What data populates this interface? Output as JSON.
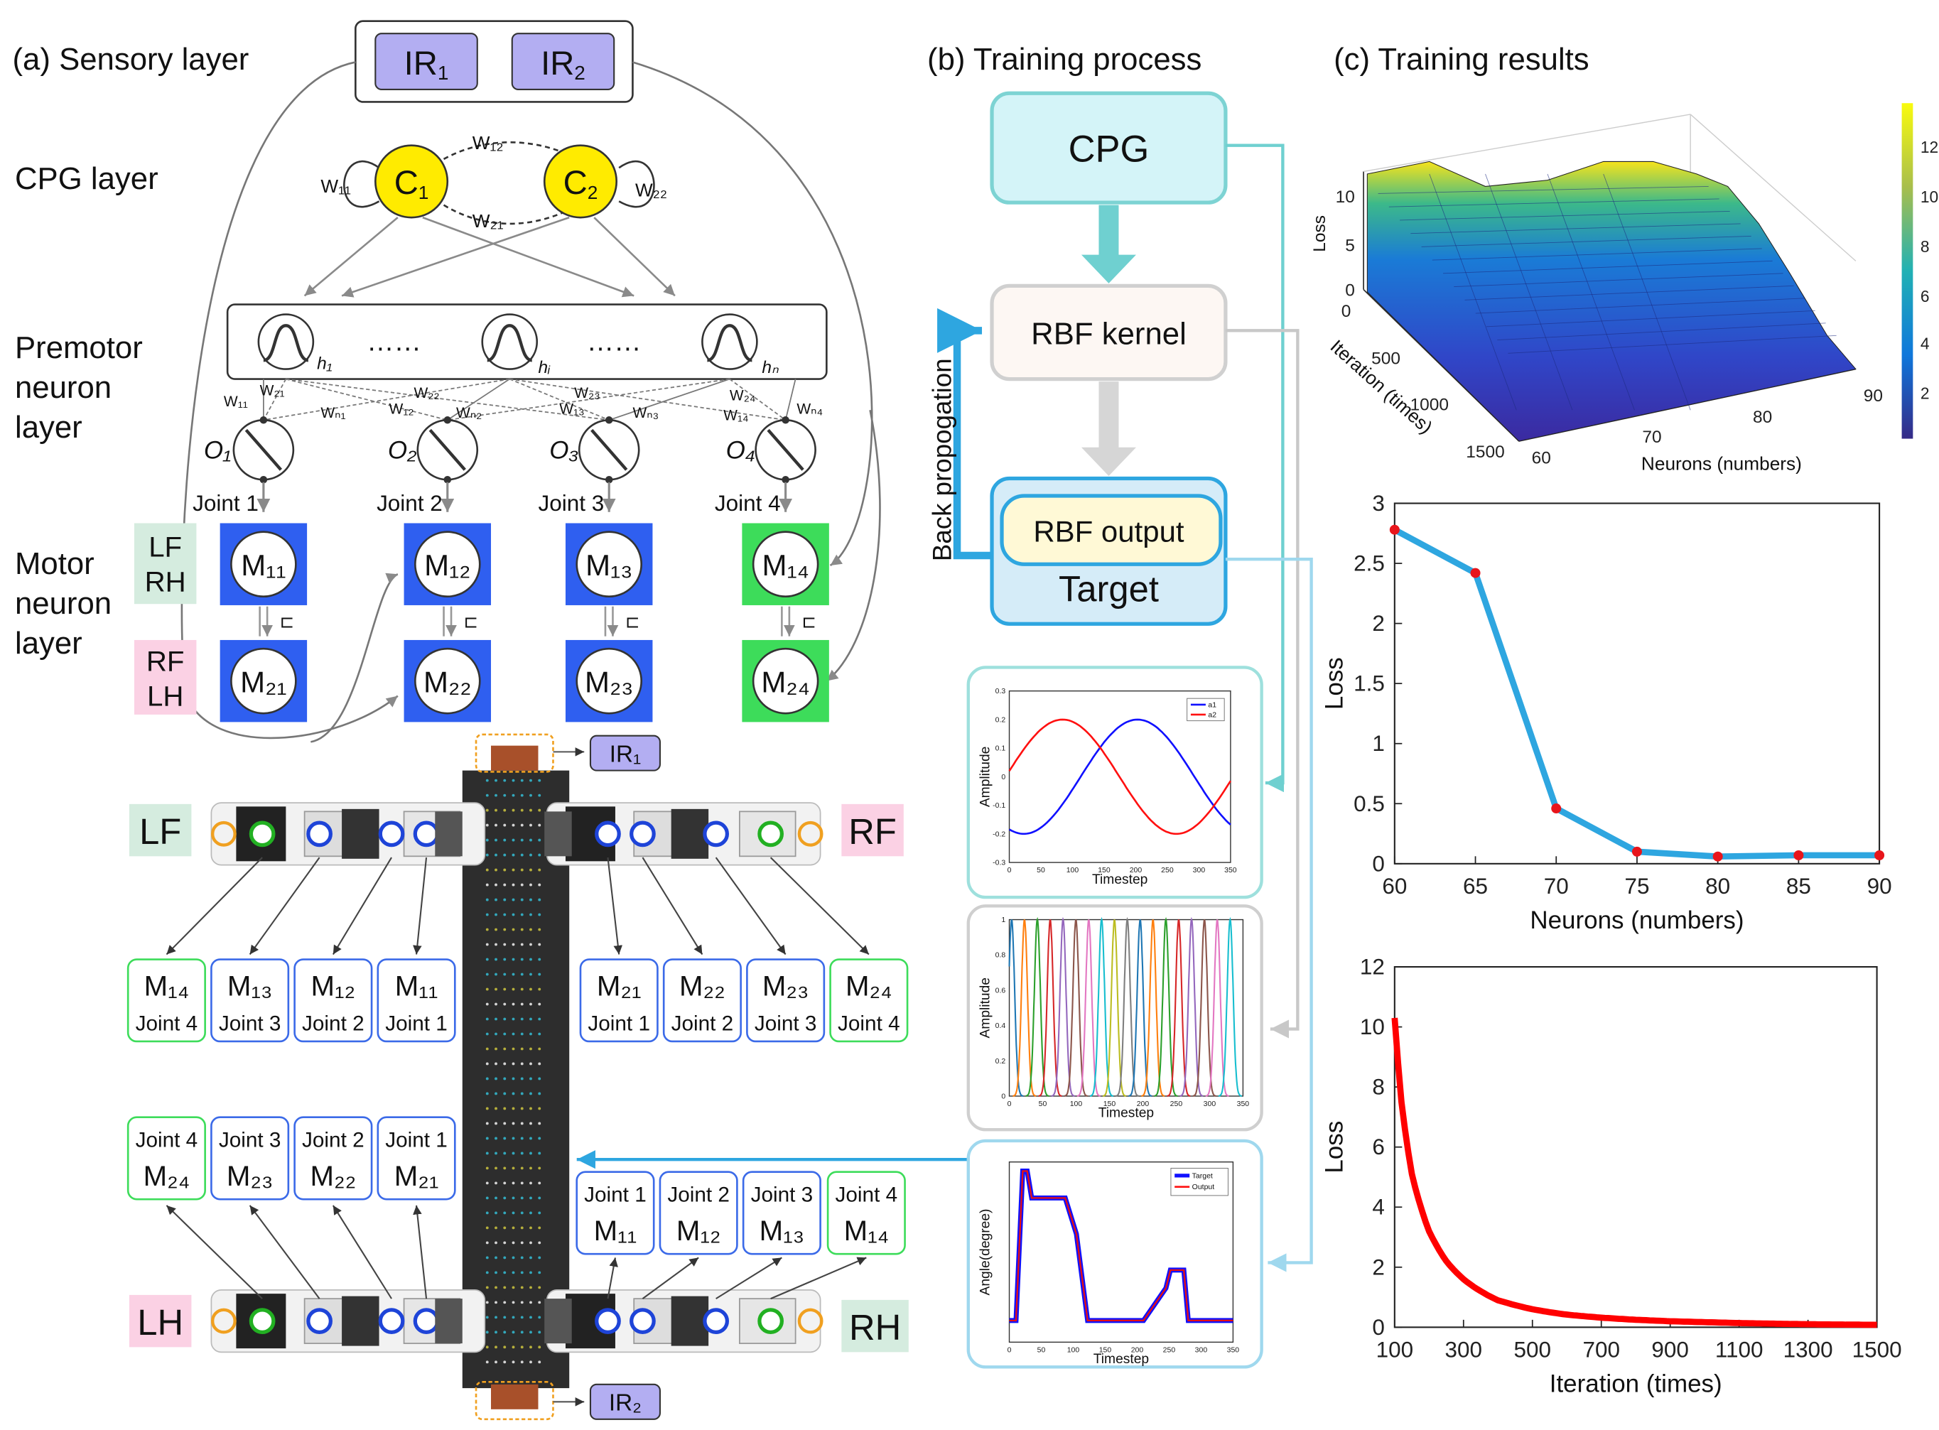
{
  "panel_a": {
    "title": "(a)  Sensory layer",
    "layers": {
      "cpg": "CPG layer",
      "premotor": [
        "Premotor",
        "neuron",
        "layer"
      ],
      "motor": [
        "Motor",
        "neuron",
        "layer"
      ]
    },
    "ir": {
      "a": "IR",
      "b": "IR",
      "a_sub": "1",
      "b_sub": "2"
    },
    "cpg_nodes": {
      "c": "C",
      "s1": "1",
      "s2": "2"
    },
    "cpg_weights": {
      "w11": "W₁₁",
      "w12": "W₁₂",
      "w21": "W₂₁",
      "w22": "W₂₂"
    },
    "premotor": {
      "h1": "h₁",
      "hi": "hᵢ",
      "hn": "hₙ",
      "dots": "……"
    },
    "conn_weights": [
      "W₁₁",
      "W₂₁",
      "Wₙ₁",
      "W₁₂",
      "W₂₂",
      "Wₙ₂",
      "W₁₃",
      "W₂₃",
      "Wₙ₃",
      "W₁₄",
      "W₂₄",
      "Wₙ₄"
    ],
    "outputs": [
      "O₁",
      "O₂",
      "O₃",
      "O₄"
    ],
    "joints": [
      "Joint 1",
      "Joint 2",
      "Joint 3",
      "Joint 4"
    ],
    "leg_groups": {
      "g1": [
        "LF",
        "RH"
      ],
      "g2": [
        "RF",
        "LH"
      ]
    },
    "motors_top": [
      "M₁₁",
      "M₁₂",
      "M₁₃",
      "M₁₄"
    ],
    "motors_bottom": [
      "M₂₁",
      "M₂₂",
      "M₂₃",
      "M₂₄"
    ],
    "inv_symbol": "⊏",
    "colors": {
      "blue": "#2f5ff0",
      "green": "#3ddc5a",
      "yellow": "#ffeb00",
      "ir_fill": "#b3aef2"
    }
  },
  "robot": {
    "ir1": "IR₁",
    "ir2": "IR₂",
    "legs": {
      "lf": "LF",
      "rf": "RF",
      "lh": "LH",
      "rh": "RH"
    },
    "front_left": [
      {
        "m": "M₁₄",
        "j": "Joint 4"
      },
      {
        "m": "M₁₃",
        "j": "Joint 3"
      },
      {
        "m": "M₁₂",
        "j": "Joint 2"
      },
      {
        "m": "M₁₁",
        "j": "Joint 1"
      }
    ],
    "front_right": [
      {
        "m": "M₂₁",
        "j": "Joint 1"
      },
      {
        "m": "M₂₂",
        "j": "Joint 2"
      },
      {
        "m": "M₂₃",
        "j": "Joint 3"
      },
      {
        "m": "M₂₄",
        "j": "Joint 4"
      }
    ],
    "hind_left": [
      {
        "m": "M₂₄",
        "j": "Joint 4"
      },
      {
        "m": "M₂₃",
        "j": "Joint 3"
      },
      {
        "m": "M₂₂",
        "j": "Joint 2"
      },
      {
        "m": "M₂₁",
        "j": "Joint 1"
      }
    ],
    "hind_right": [
      {
        "m": "M₁₁",
        "j": "Joint 1"
      },
      {
        "m": "M₁₂",
        "j": "Joint 2"
      },
      {
        "m": "M₁₃",
        "j": "Joint 3"
      },
      {
        "m": "M₁₄",
        "j": "Joint 4"
      }
    ]
  },
  "panel_b": {
    "title": "(b) Training process",
    "cpg": "CPG",
    "rbf_kernel": "RBF kernel",
    "rbf_output": "RBF output",
    "target": "Target",
    "backprop": "Back propogation",
    "plot1": {
      "ylabel": "Amplitude",
      "xlabel": "Timestep",
      "legend": [
        "a1",
        "a2"
      ],
      "xticks": [
        "0",
        "50",
        "100",
        "150",
        "200",
        "250",
        "300",
        "350"
      ],
      "yticks": [
        "0.3",
        "0.2",
        "0.1",
        "0",
        "-0.1",
        "-0.2",
        "-0.3"
      ]
    },
    "plot2": {
      "ylabel": "Amplitude",
      "xlabel": "Timestep",
      "xticks": [
        "0",
        "50",
        "100",
        "150",
        "200",
        "250",
        "300",
        "350"
      ],
      "yticks": [
        "1",
        "0.8",
        "0.6",
        "0.4",
        "0.2",
        "0"
      ]
    },
    "plot3": {
      "ylabel": "Angle(degree)",
      "xlabel": "Timestep",
      "legend": [
        "Target",
        "Output"
      ],
      "xticks": [
        "0",
        "50",
        "100",
        "150",
        "200",
        "250",
        "300",
        "350"
      ]
    }
  },
  "panel_c": {
    "title": "(c) Training results",
    "surface": {
      "zlabel": "Loss",
      "xlabel": "Neurons (numbers)",
      "ylabel": "Iteration (times)",
      "zticks": [
        "10",
        "5",
        "0"
      ],
      "xticks": [
        "60",
        "70",
        "80",
        "90"
      ],
      "yticks": [
        "0",
        "500",
        "1000",
        "1500"
      ],
      "cbar_ticks": [
        "12",
        "10",
        "8",
        "6",
        "4",
        "2"
      ]
    }
  },
  "chart_data": [
    {
      "type": "line",
      "title": "",
      "xlabel": "Neurons (numbers)",
      "ylabel": "Loss",
      "x": [
        60,
        65,
        70,
        75,
        80,
        85,
        90
      ],
      "series": [
        {
          "values": [
            2.78,
            2.42,
            0.46,
            0.1,
            0.06,
            0.07,
            0.07
          ],
          "color": "#2ea6e0",
          "marker_color": "#e8151b"
        }
      ],
      "xlim": [
        60,
        90
      ],
      "ylim": [
        0,
        3
      ],
      "xticks": [
        60,
        65,
        70,
        75,
        80,
        85,
        90
      ],
      "yticks": [
        0,
        0.5,
        1,
        1.5,
        2,
        2.5,
        3
      ],
      "ytick_labels": [
        "0",
        "0.5",
        "1",
        "1.5",
        "2",
        "2.5",
        "3"
      ],
      "grid": false
    },
    {
      "type": "line",
      "title": "",
      "xlabel": "Iteration (times)",
      "ylabel": "Loss",
      "x": [
        100,
        120,
        150,
        200,
        250,
        300,
        400,
        500,
        600,
        700,
        800,
        900,
        1000,
        1100,
        1200,
        1300,
        1400,
        1500
      ],
      "series": [
        {
          "values": [
            10.3,
            7.5,
            5.1,
            3.2,
            2.2,
            1.6,
            0.9,
            0.6,
            0.42,
            0.32,
            0.25,
            0.2,
            0.17,
            0.14,
            0.12,
            0.1,
            0.09,
            0.08
          ],
          "color": "#ff0000"
        }
      ],
      "xlim": [
        100,
        1500
      ],
      "ylim": [
        0,
        12
      ],
      "xticks": [
        100,
        300,
        500,
        700,
        900,
        1100,
        1300,
        1500
      ],
      "yticks": [
        0,
        2,
        4,
        6,
        8,
        10,
        12
      ],
      "ytick_labels": [
        "0",
        "2",
        "4",
        "6",
        "8",
        "10",
        "12"
      ],
      "grid": false
    }
  ]
}
